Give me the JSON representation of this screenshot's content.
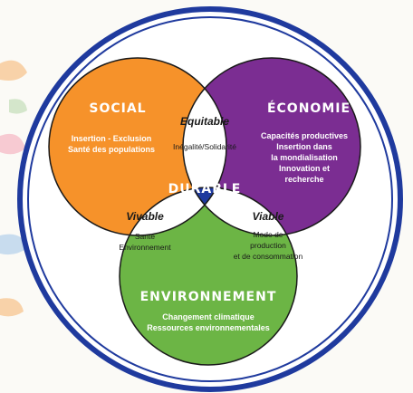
{
  "colors": {
    "frame": "#1f3a9e",
    "social": "#f6922a",
    "economie": "#7b2d92",
    "environnement": "#6cb545",
    "durable": "#1f3a9e"
  },
  "social": {
    "title": "SOCIAL",
    "lines": [
      "Insertion - Exclusion",
      "Santé des populations"
    ]
  },
  "economie": {
    "title": "ÉCONOMIE",
    "lines": [
      "Capacités productives",
      "Insertion dans",
      "la mondialisation",
      "Innovation et",
      "recherche"
    ]
  },
  "environnement": {
    "title": "ENVIRONNEMENT",
    "lines": [
      "Changement climatique",
      "Ressources environnementales"
    ]
  },
  "equitable": {
    "title": "Equitable",
    "text": "Inégalité/Solidarité"
  },
  "vivable": {
    "title": "Vivable",
    "lines": [
      "Santé",
      "Environnement"
    ]
  },
  "viable": {
    "title": "Viable",
    "lines": [
      "Mode de",
      "production",
      "et de consommation"
    ]
  },
  "center": {
    "title": "DURABLE"
  }
}
